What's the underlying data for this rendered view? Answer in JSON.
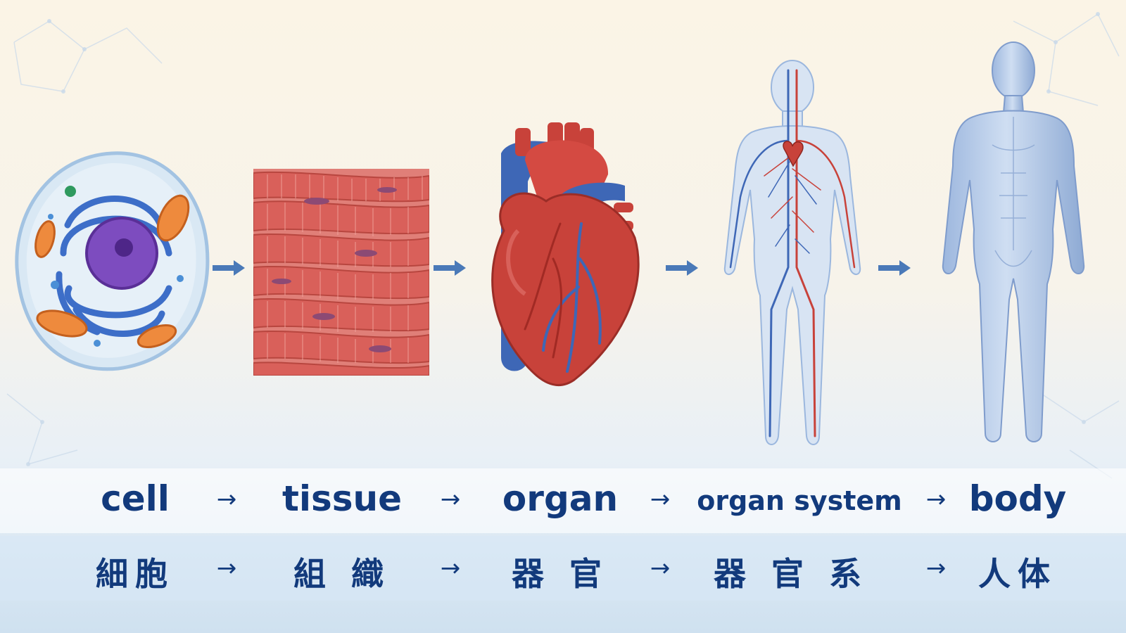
{
  "stages": [
    {
      "id": "cell",
      "en": "cell",
      "jp": "細胞"
    },
    {
      "id": "tissue",
      "en": "tissue",
      "jp": "組 織"
    },
    {
      "id": "organ",
      "en": "organ",
      "jp": "器 官"
    },
    {
      "id": "organ-system",
      "en": "organ system",
      "jp": "器 官 系"
    },
    {
      "id": "body",
      "en": "body",
      "jp": "人体"
    }
  ],
  "separator": "→",
  "colors": {
    "label": "#123a7c",
    "arrow": "#4a79b8",
    "muscle": "#d9605a",
    "heart": "#c8423a",
    "vessel_blue": "#3e67b6",
    "body": "#b9cdea",
    "cell_membrane": "#bcd7ee",
    "nucleus": "#7d4cbf"
  },
  "icons": [
    "cell-illustration",
    "muscle-tissue-illustration",
    "heart-organ-illustration",
    "circulatory-system-illustration",
    "human-body-illustration"
  ]
}
